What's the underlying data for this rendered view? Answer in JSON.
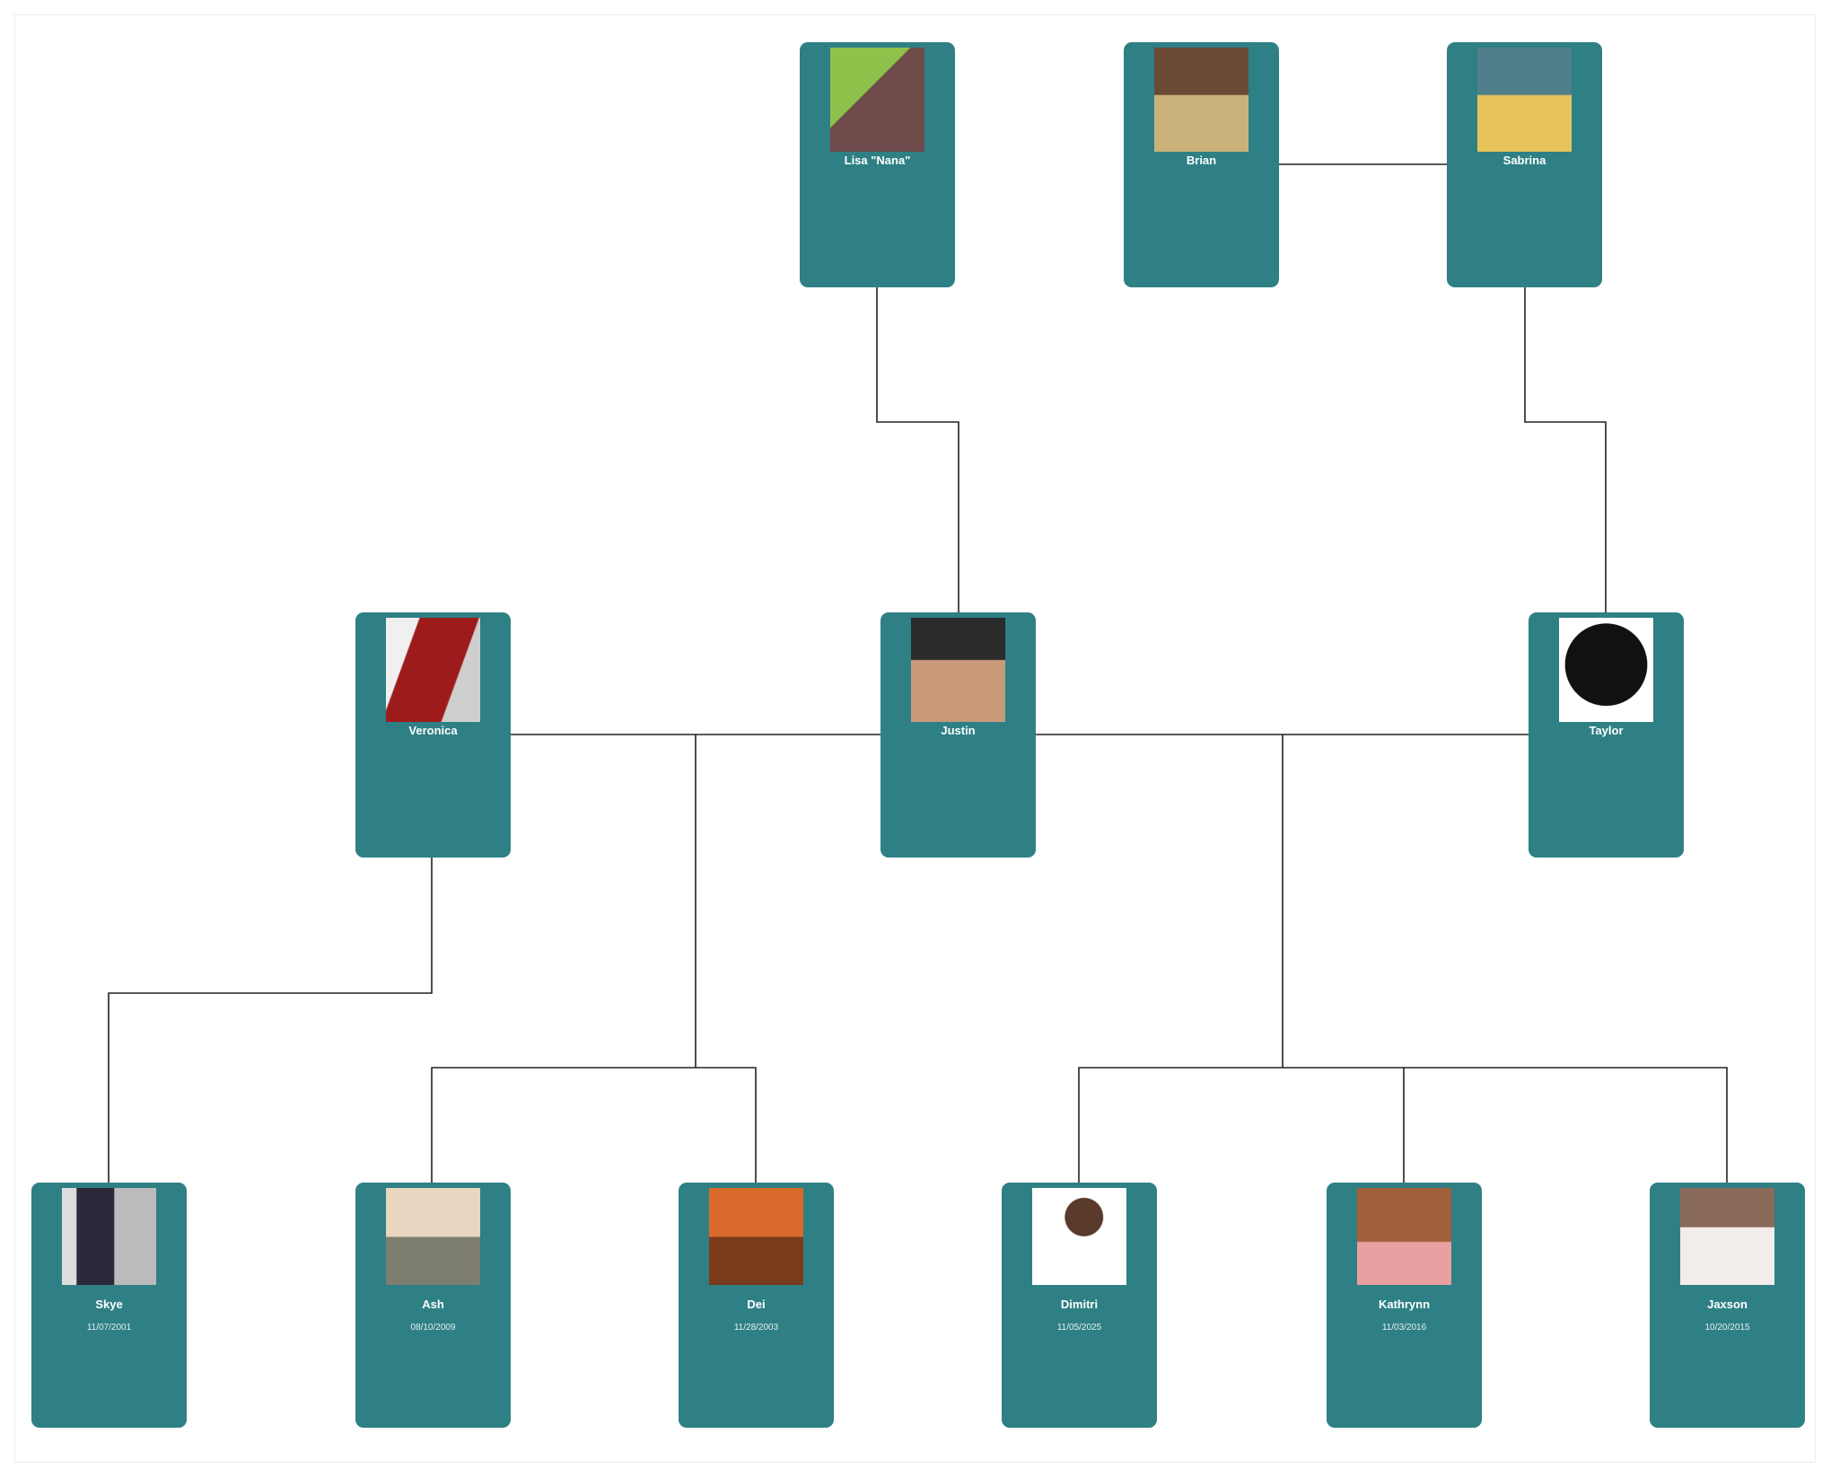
{
  "people": {
    "lisa": {
      "name": "Lisa \"Nana\"",
      "photo_colors": [
        "#8fc24a",
        "#6e4a4a"
      ]
    },
    "brian": {
      "name": "Brian",
      "photo_colors": [
        "#6b4a35",
        "#c9b27a"
      ]
    },
    "sabrina": {
      "name": "Sabrina",
      "photo_colors": [
        "#4f7f8a",
        "#e6c45a"
      ]
    },
    "veronica": {
      "name": "Veronica",
      "photo_colors": [
        "#f0f0f0",
        "#9e1b1b"
      ]
    },
    "justin": {
      "name": "Justin",
      "photo_colors": [
        "#2a2a2a",
        "#c89a7a"
      ]
    },
    "taylor": {
      "name": "Taylor",
      "photo_colors": [
        "#ffffff",
        "#111111"
      ]
    },
    "skye": {
      "name": "Skye",
      "date": "11/07/2001",
      "photo_colors": [
        "#dddddd",
        "#2a2a3a"
      ]
    },
    "ash": {
      "name": "Ash",
      "date": "08/10/2009",
      "photo_colors": [
        "#e9d6c0",
        "#7d7d70"
      ]
    },
    "dei": {
      "name": "Dei",
      "date": "11/28/2003",
      "photo_colors": [
        "#d86a2c",
        "#7a3a1c"
      ]
    },
    "dimitri": {
      "name": "Dimitri",
      "date": "11/05/2025",
      "photo_colors": [
        "#ffffff",
        "#5a3a2a"
      ]
    },
    "kathrynn": {
      "name": "Kathrynn",
      "date": "11/03/2016",
      "photo_colors": [
        "#a0603a",
        "#e8a0a0"
      ]
    },
    "jaxson": {
      "name": "Jaxson",
      "date": "10/20/2015",
      "photo_colors": [
        "#f2ecea",
        "#8a6a5a"
      ]
    }
  },
  "colors": {
    "card": "#2e8085",
    "line": "#222222"
  }
}
